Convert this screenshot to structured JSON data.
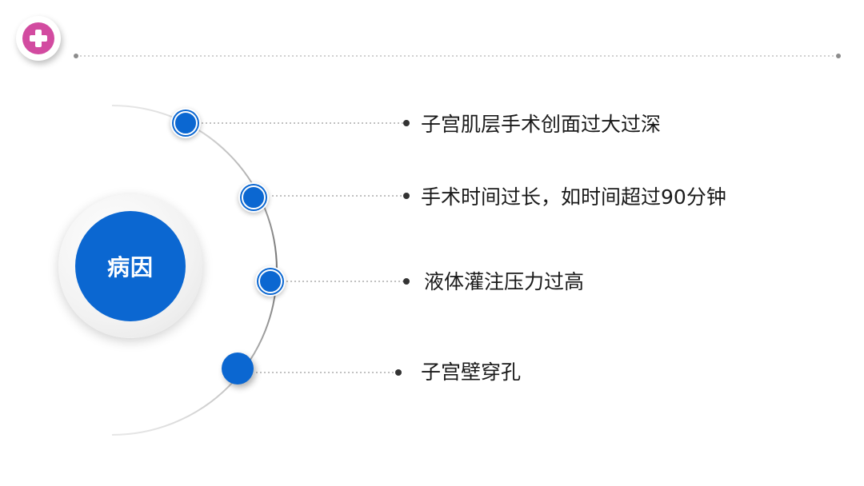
{
  "center": {
    "label": "病因"
  },
  "items": [
    {
      "text": "子宫肌层手术创面过大过深"
    },
    {
      "text": "手术时间过长，如时间超过90分钟"
    },
    {
      "text": "液体灌注压力过高"
    },
    {
      "text": "子宫壁穿孔"
    }
  ],
  "colors": {
    "accent": "#0b67d1",
    "badge": "#d24ba0",
    "line": "#9a9a9a"
  },
  "icons": {
    "badge": "plus-icon"
  }
}
